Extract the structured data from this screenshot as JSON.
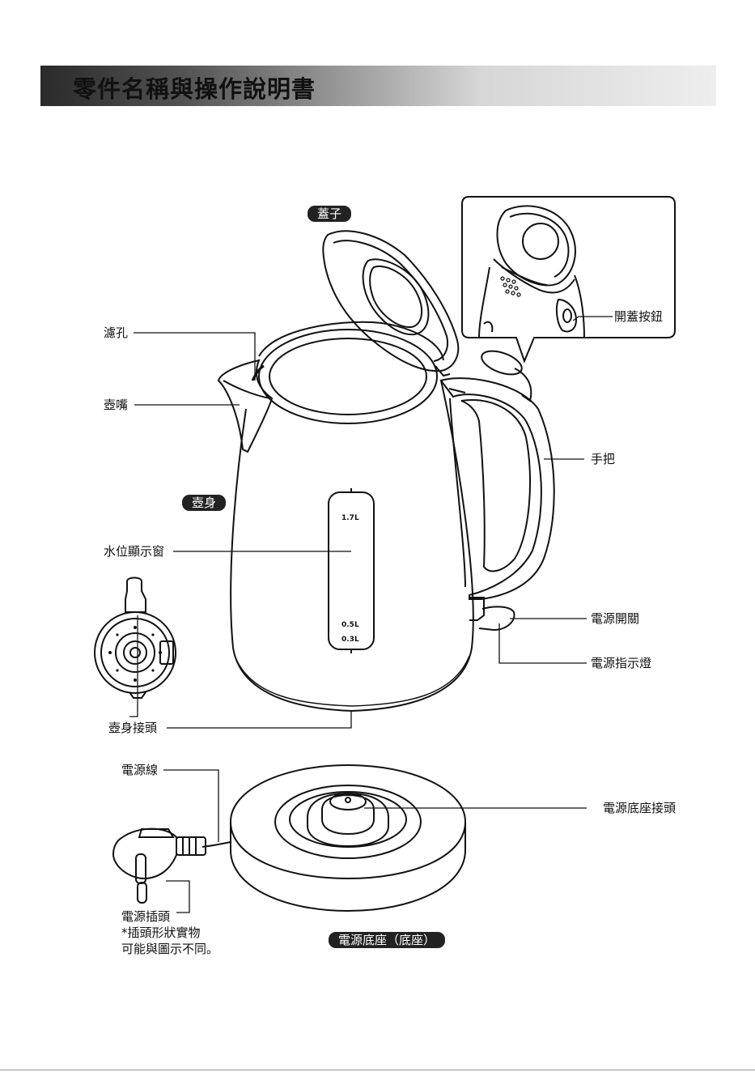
{
  "header": {
    "title": "零件名稱與操作說明書"
  },
  "labels": {
    "lid": "蓋子",
    "filter": "濾孔",
    "spout": "壺嘴",
    "body": "壺身",
    "water_window": "水位顯示窗",
    "body_connector": "壺身接頭",
    "lid_button": "開蓋按鈕",
    "handle": "手把",
    "power_switch": "電源開關",
    "power_indicator": "電源指示燈",
    "power_cord": "電源線",
    "base_connector": "電源底座接頭",
    "plug": "電源插頭",
    "plug_note_1": "*插頭形狀實物",
    "plug_note_2": "可能與圖示不同。",
    "base": "電源底座（底座）"
  },
  "scale": {
    "max": "1.7L",
    "mid": "0.5L",
    "min": "0.3L"
  },
  "colors": {
    "line": "#111111",
    "pill": "#222222"
  }
}
